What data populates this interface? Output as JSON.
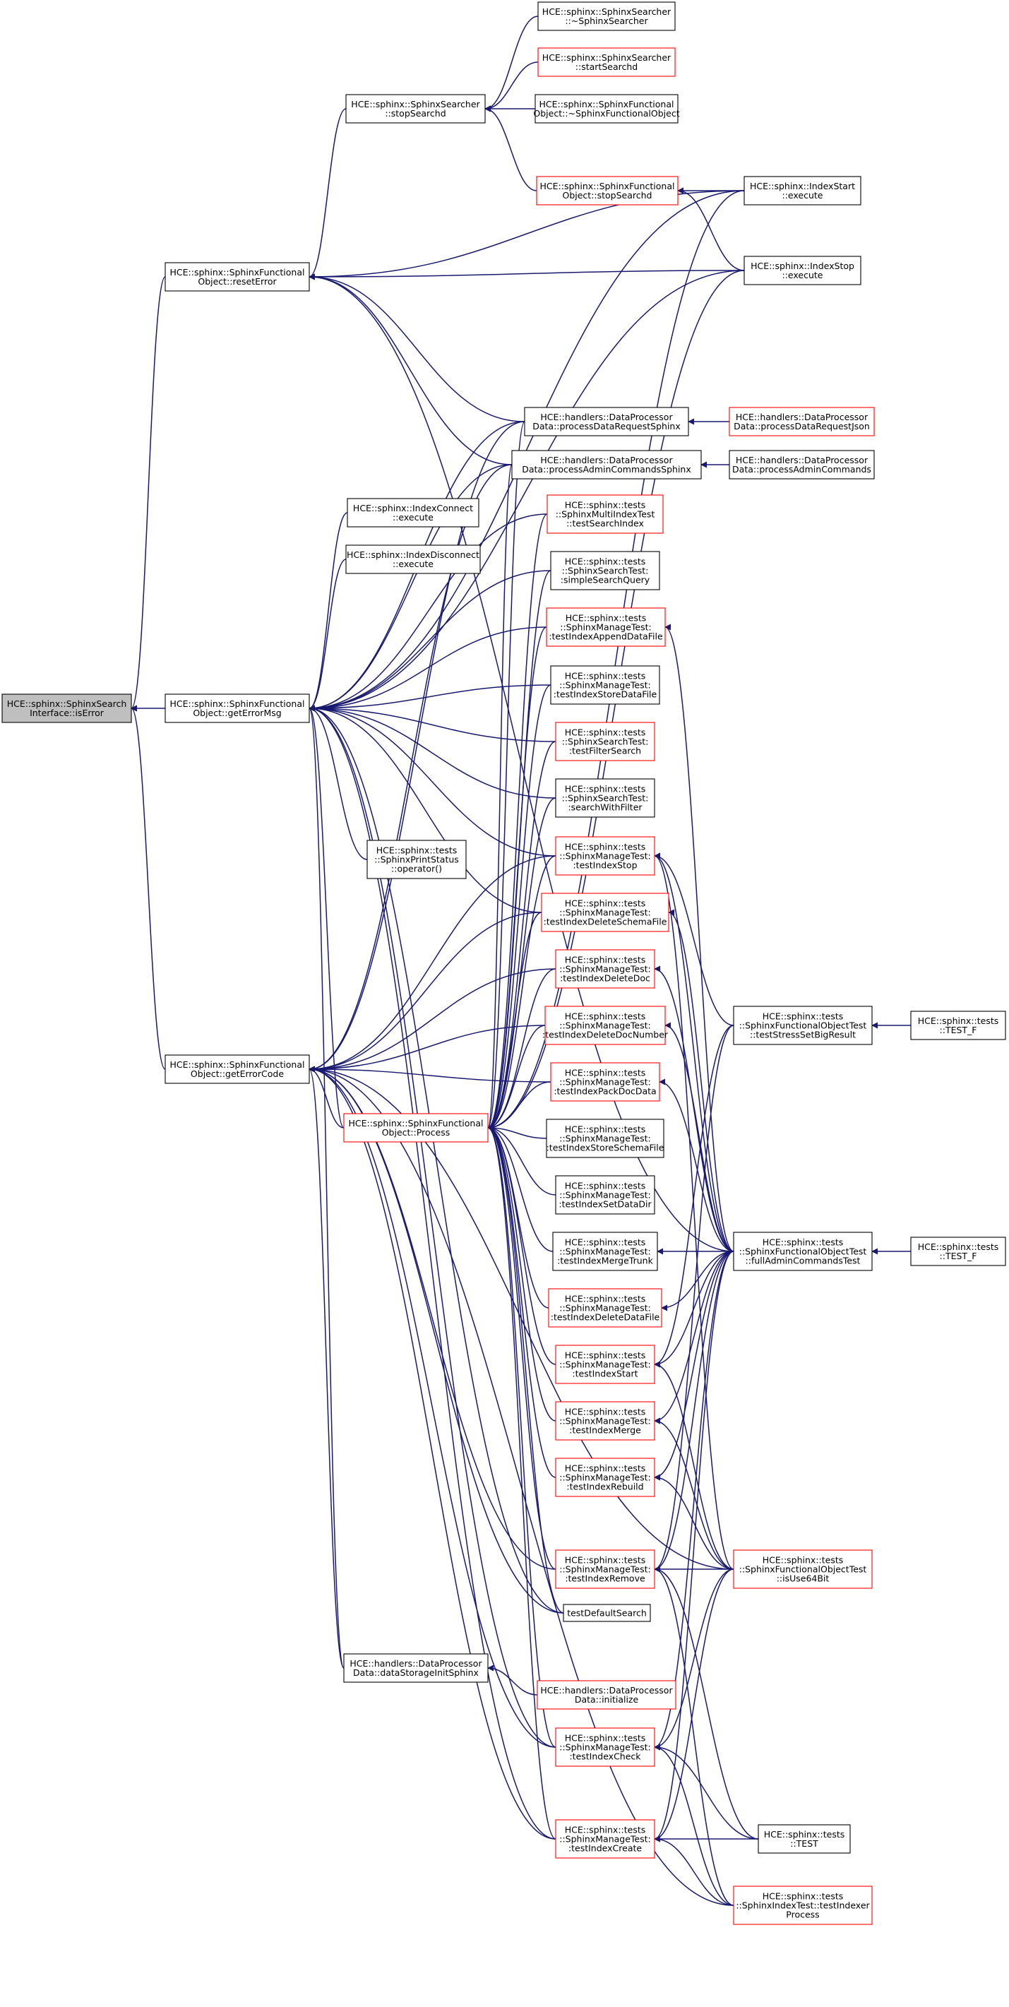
{
  "colors": {
    "edge": "#191970",
    "focus_fill": "#bfbfbf",
    "node_fill": "#ffffff",
    "border_plain": "#000000",
    "border_truncated": "#ff0000"
  },
  "nodes": [
    {
      "id": "isError",
      "lines": [
        "HCE::sphinx::SphinxSearch",
        "Interface::isError"
      ],
      "focus": true,
      "border": "black"
    },
    {
      "id": "resetError",
      "lines": [
        "HCE::sphinx::SphinxFunctional",
        "Object::resetError"
      ],
      "border": "black"
    },
    {
      "id": "getErrorMsg",
      "lines": [
        "HCE::sphinx::SphinxFunctional",
        "Object::getErrorMsg"
      ],
      "border": "black"
    },
    {
      "id": "getErrorCode",
      "lines": [
        "HCE::sphinx::SphinxFunctional",
        "Object::getErrorCode"
      ],
      "border": "black"
    },
    {
      "id": "stopSearchdSearcher",
      "lines": [
        "HCE::sphinx::SphinxSearcher",
        "::stopSearchd"
      ],
      "border": "black"
    },
    {
      "id": "dtorSearcher",
      "lines": [
        "HCE::sphinx::SphinxSearcher",
        "::~SphinxSearcher"
      ],
      "border": "black"
    },
    {
      "id": "startSearchd",
      "lines": [
        "HCE::sphinx::SphinxSearcher",
        "::startSearchd"
      ],
      "border": "red"
    },
    {
      "id": "dtorFunctional",
      "lines": [
        "HCE::sphinx::SphinxFunctional",
        "Object::~SphinxFunctionalObject"
      ],
      "border": "black"
    },
    {
      "id": "stopSearchdFunctional",
      "lines": [
        "HCE::sphinx::SphinxFunctional",
        "Object::stopSearchd"
      ],
      "border": "red"
    },
    {
      "id": "indexStartExecute",
      "lines": [
        "HCE::sphinx::IndexStart",
        "::execute"
      ],
      "border": "black"
    },
    {
      "id": "indexStopExecute",
      "lines": [
        "HCE::sphinx::IndexStop",
        "::execute"
      ],
      "border": "black"
    },
    {
      "id": "processDataRequestSphinx",
      "lines": [
        "HCE::handlers::DataProcessor",
        "Data::processDataRequestSphinx"
      ],
      "border": "black"
    },
    {
      "id": "processDataRequestJson",
      "lines": [
        "HCE::handlers::DataProcessor",
        "Data::processDataRequestJson"
      ],
      "border": "red"
    },
    {
      "id": "processAdminCommandsSphinx",
      "lines": [
        "HCE::handlers::DataProcessor",
        "Data::processAdminCommandsSphinx"
      ],
      "border": "black"
    },
    {
      "id": "processAdminCommands",
      "lines": [
        "HCE::handlers::DataProcessor",
        "Data::processAdminCommands"
      ],
      "border": "black"
    },
    {
      "id": "indexConnectExecute",
      "lines": [
        "HCE::sphinx::IndexConnect",
        "::execute"
      ],
      "border": "black"
    },
    {
      "id": "indexDisconnectExecute",
      "lines": [
        "HCE::sphinx::IndexDisconnect",
        "::execute"
      ],
      "border": "black"
    },
    {
      "id": "testSearchIndex",
      "lines": [
        "HCE::sphinx::tests",
        "::SphinxMultiIndexTest",
        "::testSearchIndex"
      ],
      "border": "red"
    },
    {
      "id": "simpleSearchQuery",
      "lines": [
        "HCE::sphinx::tests",
        "::SphinxSearchTest:",
        ":simpleSearchQuery"
      ],
      "border": "black"
    },
    {
      "id": "testIndexAppendDataFile",
      "lines": [
        "HCE::sphinx::tests",
        "::SphinxManageTest:",
        ":testIndexAppendDataFile"
      ],
      "border": "red"
    },
    {
      "id": "testIndexStoreDataFile",
      "lines": [
        "HCE::sphinx::tests",
        "::SphinxManageTest:",
        ":testIndexStoreDataFile"
      ],
      "border": "black"
    },
    {
      "id": "testFilterSearch",
      "lines": [
        "HCE::sphinx::tests",
        "::SphinxSearchTest:",
        ":testFilterSearch"
      ],
      "border": "red"
    },
    {
      "id": "searchWithFilter",
      "lines": [
        "HCE::sphinx::tests",
        "::SphinxSearchTest:",
        ":searchWithFilter"
      ],
      "border": "black"
    },
    {
      "id": "printStatusOperator",
      "lines": [
        "HCE::sphinx::tests",
        "::SphinxPrintStatus",
        "::operator()"
      ],
      "border": "black"
    },
    {
      "id": "testIndexStop",
      "lines": [
        "HCE::sphinx::tests",
        "::SphinxManageTest:",
        ":testIndexStop"
      ],
      "border": "red"
    },
    {
      "id": "testIndexDeleteSchemaFile",
      "lines": [
        "HCE::sphinx::tests",
        "::SphinxManageTest:",
        ":testIndexDeleteSchemaFile"
      ],
      "border": "red"
    },
    {
      "id": "testIndexDeleteDoc",
      "lines": [
        "HCE::sphinx::tests",
        "::SphinxManageTest:",
        ":testIndexDeleteDoc"
      ],
      "border": "red"
    },
    {
      "id": "testIndexDeleteDocNumber",
      "lines": [
        "HCE::sphinx::tests",
        "::SphinxManageTest:",
        ":testIndexDeleteDocNumber"
      ],
      "border": "red"
    },
    {
      "id": "testIndexPackDocData",
      "lines": [
        "HCE::sphinx::tests",
        "::SphinxManageTest:",
        ":testIndexPackDocData"
      ],
      "border": "red"
    },
    {
      "id": "process",
      "lines": [
        "HCE::sphinx::SphinxFunctional",
        "Object::Process"
      ],
      "border": "red"
    },
    {
      "id": "testIndexStoreSchemaFile",
      "lines": [
        "HCE::sphinx::tests",
        "::SphinxManageTest:",
        ":testIndexStoreSchemaFile"
      ],
      "border": "black"
    },
    {
      "id": "testIndexSetDataDir",
      "lines": [
        "HCE::sphinx::tests",
        "::SphinxManageTest:",
        ":testIndexSetDataDir"
      ],
      "border": "black"
    },
    {
      "id": "testIndexMergeTrunk",
      "lines": [
        "HCE::sphinx::tests",
        "::SphinxManageTest:",
        ":testIndexMergeTrunk"
      ],
      "border": "black"
    },
    {
      "id": "testIndexDeleteDataFile",
      "lines": [
        "HCE::sphinx::tests",
        "::SphinxManageTest:",
        ":testIndexDeleteDataFile"
      ],
      "border": "red"
    },
    {
      "id": "testIndexStart",
      "lines": [
        "HCE::sphinx::tests",
        "::SphinxManageTest:",
        ":testIndexStart"
      ],
      "border": "red"
    },
    {
      "id": "testIndexMerge",
      "lines": [
        "HCE::sphinx::tests",
        "::SphinxManageTest:",
        ":testIndexMerge"
      ],
      "border": "red"
    },
    {
      "id": "testIndexRebuild",
      "lines": [
        "HCE::sphinx::tests",
        "::SphinxManageTest:",
        ":testIndexRebuild"
      ],
      "border": "red"
    },
    {
      "id": "testIndexRemove",
      "lines": [
        "HCE::sphinx::tests",
        "::SphinxManageTest:",
        ":testIndexRemove"
      ],
      "border": "red"
    },
    {
      "id": "testDefaultSearch",
      "lines": [
        "testDefaultSearch"
      ],
      "border": "black"
    },
    {
      "id": "dataStorageInitSphinx",
      "lines": [
        "HCE::handlers::DataProcessor",
        "Data::dataStorageInitSphinx"
      ],
      "border": "black"
    },
    {
      "id": "initialize",
      "lines": [
        "HCE::handlers::DataProcessor",
        "Data::initialize"
      ],
      "border": "red"
    },
    {
      "id": "testIndexCheck",
      "lines": [
        "HCE::sphinx::tests",
        "::SphinxManageTest:",
        ":testIndexCheck"
      ],
      "border": "red"
    },
    {
      "id": "testIndexCreate",
      "lines": [
        "HCE::sphinx::tests",
        "::SphinxManageTest:",
        ":testIndexCreate"
      ],
      "border": "red"
    },
    {
      "id": "testStressSetBigResult",
      "lines": [
        "HCE::sphinx::tests",
        "::SphinxFunctionalObjectTest",
        "::testStressSetBigResult"
      ],
      "border": "black"
    },
    {
      "id": "testF1",
      "lines": [
        "HCE::sphinx::tests",
        "::TEST_F"
      ],
      "border": "black"
    },
    {
      "id": "fullAdminCommandsTest",
      "lines": [
        "HCE::sphinx::tests",
        "::SphinxFunctionalObjectTest",
        "::fullAdminCommandsTest"
      ],
      "border": "black"
    },
    {
      "id": "testF2",
      "lines": [
        "HCE::sphinx::tests",
        "::TEST_F"
      ],
      "border": "black"
    },
    {
      "id": "isUse64Bit",
      "lines": [
        "HCE::sphinx::tests",
        "::SphinxFunctionalObjectTest",
        "::isUse64Bit"
      ],
      "border": "red"
    },
    {
      "id": "testMain",
      "lines": [
        "HCE::sphinx::tests",
        "::TEST"
      ],
      "border": "black"
    },
    {
      "id": "testIndexerProcess",
      "lines": [
        "HCE::sphinx::tests",
        "::SphinxIndexTest::testIndexer",
        "Process"
      ],
      "border": "red"
    }
  ],
  "edges": [
    [
      "resetError",
      "isError"
    ],
    [
      "getErrorMsg",
      "isError"
    ],
    [
      "getErrorCode",
      "isError"
    ],
    [
      "stopSearchdSearcher",
      "resetError"
    ],
    [
      "dtorSearcher",
      "stopSearchdSearcher"
    ],
    [
      "startSearchd",
      "stopSearchdSearcher"
    ],
    [
      "dtorFunctional",
      "stopSearchdSearcher"
    ],
    [
      "stopSearchdFunctional",
      "stopSearchdSearcher"
    ],
    [
      "indexStartExecute",
      "stopSearchdFunctional"
    ],
    [
      "indexStopExecute",
      "stopSearchdFunctional"
    ],
    [
      "indexStartExecute",
      "resetError"
    ],
    [
      "indexStopExecute",
      "resetError"
    ],
    [
      "processDataRequestSphinx",
      "resetError"
    ],
    [
      "processAdminCommandsSphinx",
      "resetError"
    ],
    [
      "fullAdminCommandsTest",
      "resetError"
    ],
    [
      "processDataRequestJson",
      "processDataRequestSphinx"
    ],
    [
      "processAdminCommands",
      "processAdminCommandsSphinx"
    ],
    [
      "indexConnectExecute",
      "getErrorMsg"
    ],
    [
      "indexDisconnectExecute",
      "getErrorMsg"
    ],
    [
      "indexStartExecute",
      "getErrorMsg"
    ],
    [
      "indexStopExecute",
      "getErrorMsg"
    ],
    [
      "processDataRequestSphinx",
      "getErrorMsg"
    ],
    [
      "processAdminCommandsSphinx",
      "getErrorMsg"
    ],
    [
      "testSearchIndex",
      "getErrorMsg"
    ],
    [
      "simpleSearchQuery",
      "getErrorMsg"
    ],
    [
      "testIndexAppendDataFile",
      "getErrorMsg"
    ],
    [
      "testIndexStoreDataFile",
      "getErrorMsg"
    ],
    [
      "testFilterSearch",
      "getErrorMsg"
    ],
    [
      "searchWithFilter",
      "getErrorMsg"
    ],
    [
      "printStatusOperator",
      "getErrorMsg"
    ],
    [
      "testIndexStop",
      "getErrorMsg"
    ],
    [
      "testIndexDeleteSchemaFile",
      "getErrorMsg"
    ],
    [
      "testDefaultSearch",
      "getErrorMsg"
    ],
    [
      "dataStorageInitSphinx",
      "getErrorMsg"
    ],
    [
      "testIndexCheck",
      "getErrorMsg"
    ],
    [
      "testIndexCreate",
      "getErrorMsg"
    ],
    [
      "process",
      "getErrorMsg"
    ],
    [
      "testIndexDeleteDoc",
      "getErrorCode"
    ],
    [
      "testIndexDeleteDocNumber",
      "getErrorCode"
    ],
    [
      "testIndexPackDocData",
      "getErrorCode"
    ],
    [
      "process",
      "getErrorCode"
    ],
    [
      "testIndexStop",
      "getErrorCode"
    ],
    [
      "testIndexDeleteSchemaFile",
      "getErrorCode"
    ],
    [
      "processAdminCommandsSphinx",
      "getErrorCode"
    ],
    [
      "processDataRequestSphinx",
      "getErrorCode"
    ],
    [
      "testDefaultSearch",
      "getErrorCode"
    ],
    [
      "dataStorageInitSphinx",
      "getErrorCode"
    ],
    [
      "testIndexCheck",
      "getErrorCode"
    ],
    [
      "testIndexCreate",
      "getErrorCode"
    ],
    [
      "isUse64Bit",
      "getErrorCode"
    ],
    [
      "testIndexerProcess",
      "getErrorCode"
    ],
    [
      "testIndexRemove",
      "getErrorCode"
    ],
    [
      "processDataRequestSphinx",
      "process"
    ],
    [
      "processAdminCommandsSphinx",
      "process"
    ],
    [
      "testSearchIndex",
      "process"
    ],
    [
      "simpleSearchQuery",
      "process"
    ],
    [
      "testIndexAppendDataFile",
      "process"
    ],
    [
      "testIndexStoreDataFile",
      "process"
    ],
    [
      "testFilterSearch",
      "process"
    ],
    [
      "searchWithFilter",
      "process"
    ],
    [
      "testIndexStop",
      "process"
    ],
    [
      "testIndexDeleteSchemaFile",
      "process"
    ],
    [
      "testIndexDeleteDoc",
      "process"
    ],
    [
      "testIndexDeleteDocNumber",
      "process"
    ],
    [
      "testIndexPackDocData",
      "process"
    ],
    [
      "testIndexStoreSchemaFile",
      "process"
    ],
    [
      "testIndexSetDataDir",
      "process"
    ],
    [
      "testIndexMergeTrunk",
      "process"
    ],
    [
      "testIndexDeleteDataFile",
      "process"
    ],
    [
      "testIndexStart",
      "process"
    ],
    [
      "testIndexMerge",
      "process"
    ],
    [
      "testIndexRebuild",
      "process"
    ],
    [
      "testIndexRemove",
      "process"
    ],
    [
      "testDefaultSearch",
      "process"
    ],
    [
      "testIndexCheck",
      "process"
    ],
    [
      "testIndexCreate",
      "process"
    ],
    [
      "indexStartExecute",
      "process"
    ],
    [
      "indexStopExecute",
      "process"
    ],
    [
      "initialize",
      "dataStorageInitSphinx"
    ],
    [
      "testStressSetBigResult",
      "testIndexStop"
    ],
    [
      "testStressSetBigResult",
      "testIndexStart"
    ],
    [
      "testStressSetBigResult",
      "testIndexRemove"
    ],
    [
      "testF1",
      "testStressSetBigResult"
    ],
    [
      "testF2",
      "fullAdminCommandsTest"
    ],
    [
      "fullAdminCommandsTest",
      "testIndexAppendDataFile"
    ],
    [
      "fullAdminCommandsTest",
      "testIndexStop"
    ],
    [
      "fullAdminCommandsTest",
      "testIndexDeleteSchemaFile"
    ],
    [
      "fullAdminCommandsTest",
      "testIndexDeleteDoc"
    ],
    [
      "fullAdminCommandsTest",
      "testIndexDeleteDocNumber"
    ],
    [
      "fullAdminCommandsTest",
      "testIndexPackDocData"
    ],
    [
      "fullAdminCommandsTest",
      "testIndexMergeTrunk"
    ],
    [
      "fullAdminCommandsTest",
      "testIndexDeleteDataFile"
    ],
    [
      "fullAdminCommandsTest",
      "testIndexStart"
    ],
    [
      "fullAdminCommandsTest",
      "testIndexMerge"
    ],
    [
      "fullAdminCommandsTest",
      "testIndexRebuild"
    ],
    [
      "fullAdminCommandsTest",
      "testIndexRemove"
    ],
    [
      "fullAdminCommandsTest",
      "testIndexCheck"
    ],
    [
      "fullAdminCommandsTest",
      "testIndexCreate"
    ],
    [
      "isUse64Bit",
      "testIndexStart"
    ],
    [
      "isUse64Bit",
      "testIndexRemove"
    ],
    [
      "isUse64Bit",
      "testIndexCheck"
    ],
    [
      "isUse64Bit",
      "testIndexCreate"
    ],
    [
      "isUse64Bit",
      "testIndexStop"
    ],
    [
      "isUse64Bit",
      "testIndexMerge"
    ],
    [
      "isUse64Bit",
      "testIndexRebuild"
    ],
    [
      "testMain",
      "testIndexCreate"
    ],
    [
      "testMain",
      "testIndexRemove"
    ],
    [
      "testMain",
      "testIndexCheck"
    ],
    [
      "testIndexerProcess",
      "testIndexCreate"
    ],
    [
      "testIndexerProcess",
      "testIndexRemove"
    ],
    [
      "testIndexerProcess",
      "testIndexCheck"
    ]
  ]
}
